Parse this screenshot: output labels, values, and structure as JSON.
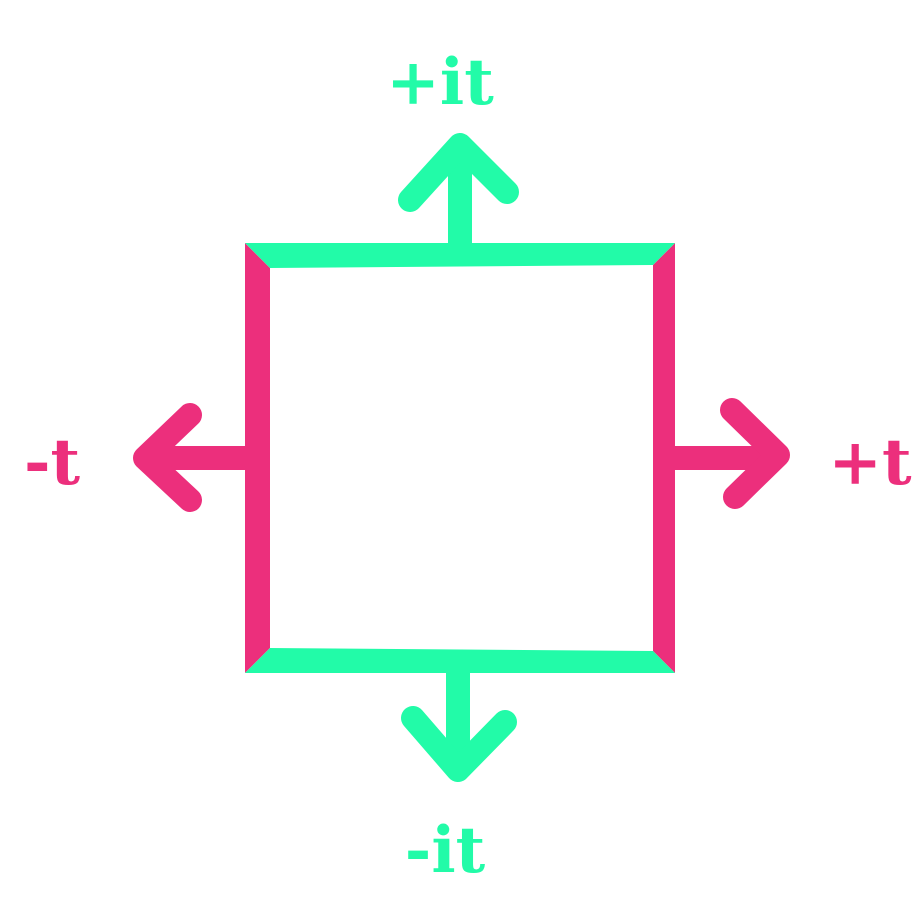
{
  "colors": {
    "real_axis": "#EC2F7C",
    "imaginary_axis": "#22FBA8",
    "background": "#FFFFFF"
  },
  "labels": {
    "plus_it": "+it",
    "minus_it": "-it",
    "plus_t": "+t",
    "minus_t": "-t"
  }
}
